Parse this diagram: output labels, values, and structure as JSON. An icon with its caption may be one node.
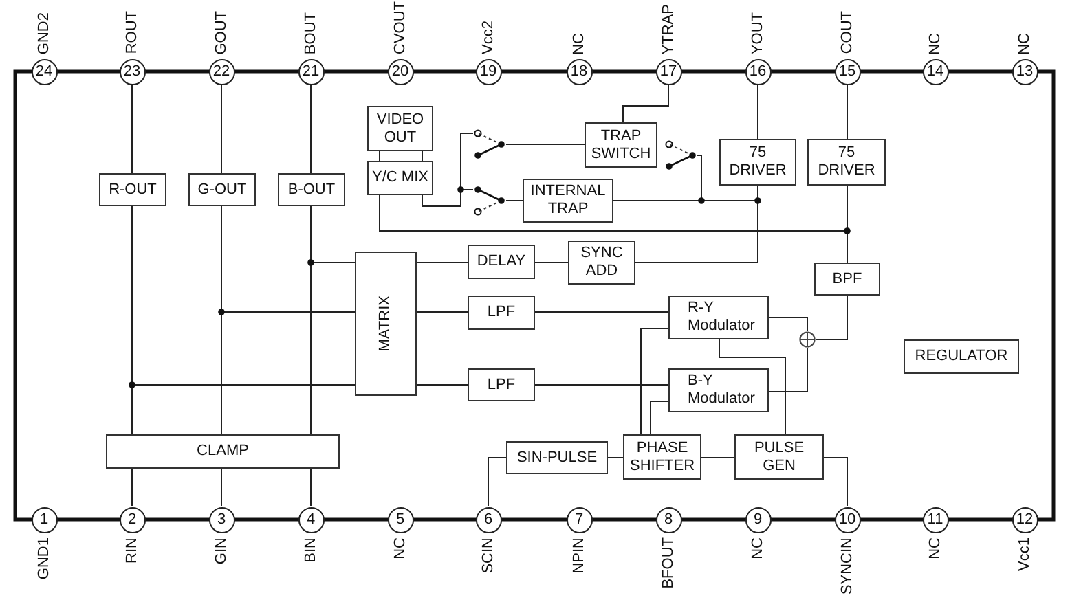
{
  "diagram": {
    "nodes": [
      {
        "text": [
          "24"
        ],
        "beside": [
          "GND2"
        ]
      },
      {
        "text": [
          "23"
        ],
        "beside": [
          "ROUT"
        ]
      },
      {
        "text": [
          "22"
        ],
        "beside": [
          "GOUT"
        ]
      },
      {
        "text": [
          "21"
        ],
        "beside": [
          "BOUT"
        ]
      },
      {
        "text": [
          "20"
        ],
        "beside": [
          "CVOUT"
        ]
      },
      {
        "text": [
          "19"
        ],
        "beside": [
          "Vcc2"
        ]
      },
      {
        "text": [
          "18"
        ],
        "beside": [
          "NC"
        ]
      },
      {
        "text": [
          "17"
        ],
        "beside": [
          "YTRAP"
        ]
      },
      {
        "text": [
          "16"
        ],
        "beside": [
          "YOUT"
        ]
      },
      {
        "text": [
          "15"
        ],
        "beside": [
          "COUT"
        ]
      },
      {
        "text": [
          "14"
        ],
        "beside": [
          "NC"
        ]
      },
      {
        "text": [
          "13"
        ],
        "beside": [
          "NC"
        ]
      },
      {
        "text": [
          "VIDEO OUT"
        ]
      },
      {
        "text": [
          "TRAP SWITCH"
        ]
      },
      {
        "text": [],
        "shape": "switch"
      },
      {
        "text": [],
        "shape": "switch"
      },
      {
        "text": [
          "75 DRIVER"
        ]
      },
      {
        "text": [
          "75 DRIVER"
        ]
      },
      {
        "text": [
          "R-OUT"
        ]
      },
      {
        "text": [
          "G-OUT"
        ]
      },
      {
        "text": [
          "B-OUT"
        ]
      },
      {
        "text": [
          "Y/C MIX"
        ]
      },
      {
        "text": [],
        "shape": "switch"
      },
      {
        "text": [
          "INTERNAL TRAP"
        ]
      },
      {
        "text": [
          "SYNC ADD"
        ]
      },
      {
        "text": [
          "DELAY"
        ]
      },
      {
        "text": [
          "MATRIX"
        ]
      },
      {
        "text": [
          "BPF"
        ]
      },
      {
        "text": [
          "LPF"
        ]
      },
      {
        "text": [
          "R-Y Modulator"
        ]
      },
      {
        "text": [],
        "shape": "circle"
      },
      {
        "text": [
          "REGULATOR"
        ]
      },
      {
        "text": [
          "LPF"
        ]
      },
      {
        "text": [
          "B-Y Modulator"
        ]
      },
      {
        "text": [
          "CLAMP"
        ]
      },
      {
        "text": [
          "SIN-PULSE"
        ]
      },
      {
        "text": [
          "PHASE SHIFTER"
        ]
      },
      {
        "text": [
          "PULSE GEN"
        ]
      },
      {
        "text": [
          "1"
        ],
        "beside": [
          "GND1"
        ]
      },
      {
        "text": [
          "2"
        ],
        "beside": [
          "RIN"
        ]
      },
      {
        "text": [
          "3"
        ],
        "beside": [
          "GIN"
        ]
      },
      {
        "text": [
          "4"
        ],
        "beside": [
          "BIN"
        ]
      },
      {
        "text": [
          "5"
        ],
        "beside": [
          "NC"
        ]
      },
      {
        "text": [
          "6"
        ],
        "beside": [
          "SCIN"
        ]
      },
      {
        "text": [
          "7"
        ],
        "beside": [
          "NPIN"
        ]
      },
      {
        "text": [
          "8"
        ],
        "beside": [
          "BFOUT"
        ]
      },
      {
        "text": [
          "9"
        ],
        "beside": [
          "NC"
        ]
      },
      {
        "text": [
          "10"
        ],
        "beside": [
          "SYNCIN"
        ]
      },
      {
        "text": [
          "11"
        ],
        "beside": [
          "NC"
        ]
      },
      {
        "text": [
          "12"
        ],
        "beside": [
          "Vcc1"
        ]
      }
    ],
    "edges": [
      {
        "from": 1,
        "to": 18,
        "arrow": "none"
      },
      {
        "from": 2,
        "to": 19,
        "arrow": "none"
      },
      {
        "from": 3,
        "to": 20,
        "arrow": "none"
      },
      {
        "from": 18,
        "to": 34,
        "arrow": "none"
      },
      {
        "from": 19,
        "to": 34,
        "arrow": "none"
      },
      {
        "from": 20,
        "to": 34,
        "arrow": "none"
      },
      {
        "from": 34,
        "to": 26,
        "arrow": "none"
      },
      {
        "from": 34,
        "to": 26,
        "arrow": "none"
      },
      {
        "from": 34,
        "to": 26,
        "arrow": "none"
      },
      {
        "from": 34,
        "to": 39,
        "arrow": "none"
      },
      {
        "from": 34,
        "to": 40,
        "arrow": "none"
      },
      {
        "from": 34,
        "to": 41,
        "arrow": "none"
      },
      {
        "from": 12,
        "to": 21,
        "arrow": "none"
      },
      {
        "from": 12,
        "to": 21,
        "arrow": "none"
      },
      {
        "from": 7,
        "to": 13,
        "arrow": "none"
      },
      {
        "from": 8,
        "to": 16,
        "arrow": "none"
      },
      {
        "from": 9,
        "to": 17,
        "arrow": "none"
      },
      {
        "from": 21,
        "to": 14,
        "arrow": "none"
      },
      {
        "from": 21,
        "to": 22,
        "arrow": "none"
      },
      {
        "from": 14,
        "to": 13,
        "arrow": "none"
      },
      {
        "from": 22,
        "to": 23,
        "arrow": "none"
      },
      {
        "from": 23,
        "to": 16,
        "arrow": "none"
      },
      {
        "from": 23,
        "to": 15,
        "arrow": "none"
      },
      {
        "from": 24,
        "to": 16,
        "arrow": "none"
      },
      {
        "from": 17,
        "to": 27,
        "arrow": "none"
      },
      {
        "from": 21,
        "to": 27,
        "arrow": "none"
      },
      {
        "from": 26,
        "to": 25,
        "arrow": "none"
      },
      {
        "from": 25,
        "to": 24,
        "arrow": "none"
      },
      {
        "from": 26,
        "to": 28,
        "arrow": "none"
      },
      {
        "from": 26,
        "to": 32,
        "arrow": "none"
      },
      {
        "from": 28,
        "to": 29,
        "arrow": "none"
      },
      {
        "from": 32,
        "to": 33,
        "arrow": "none"
      },
      {
        "from": 29,
        "to": 30,
        "arrow": "none"
      },
      {
        "from": 33,
        "to": 30,
        "arrow": "none"
      },
      {
        "from": 30,
        "to": 27,
        "arrow": "none"
      },
      {
        "from": 29,
        "to": 37,
        "arrow": "none"
      },
      {
        "from": 36,
        "to": 29,
        "arrow": "none"
      },
      {
        "from": 36,
        "to": 33,
        "arrow": "none"
      },
      {
        "from": 35,
        "to": 36,
        "arrow": "none"
      },
      {
        "from": 36,
        "to": 37,
        "arrow": "none"
      },
      {
        "from": 43,
        "to": 35,
        "arrow": "none"
      },
      {
        "from": 37,
        "to": 47,
        "arrow": "none"
      }
    ]
  }
}
